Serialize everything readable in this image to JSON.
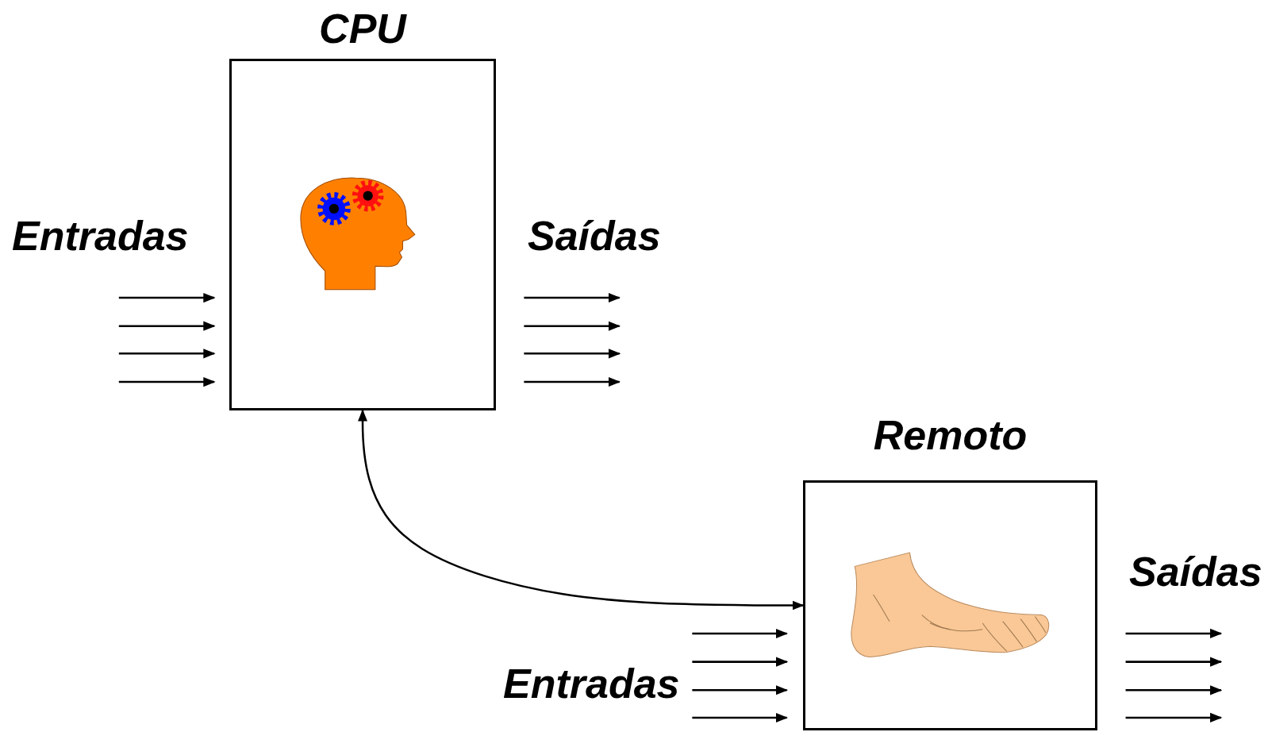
{
  "diagram": {
    "nodes": [
      {
        "text": [
          "CPU"
        ]
      },
      {
        "text": [
          "Remoto"
        ]
      }
    ],
    "edges": [
      {
        "from": 0,
        "to": 1,
        "arrow": "both"
      }
    ],
    "labels": [
      "Entradas",
      "Saídas",
      "Saídas",
      "Entradas"
    ]
  }
}
